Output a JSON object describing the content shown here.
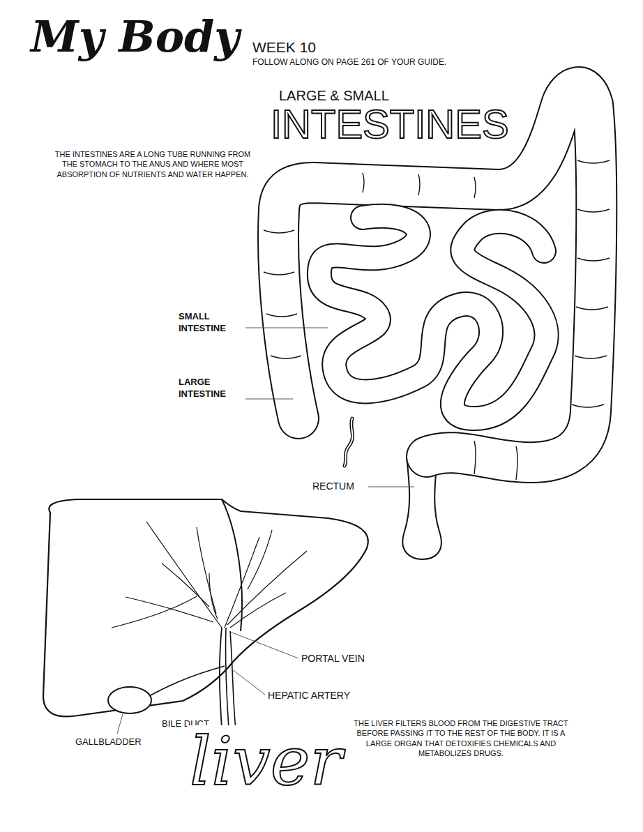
{
  "diagram": {
    "title": "My Body",
    "labels": [
      "WEEK 10",
      "FOLLOW ALONG ON PAGE 261 OF YOUR GUIDE.",
      "LARGE & SMALL",
      "INTESTINES",
      "THE INTESTINES ARE A LONG TUBE RUNNING FROM THE STOMACH TO THE ANUS AND WHERE MOST ABSORPTION OF NUTRIENTS AND WATER HAPPEN.",
      "SMALL INTESTINE",
      "LARGE INTESTINE",
      "RECTUM",
      "PORTAL VEIN",
      "HEPATIC ARTERY",
      "BILE DUCT",
      "GALLBLADDER",
      "liver",
      "THE LIVER FILTERS BLOOD FROM THE DIGESTIVE TRACT BEFORE PASSING IT TO THE REST OF THE BODY. IT IS A LARGE ORGAN THAT DETOXIFIES CHEMICALS AND METABOLIZES DRUGS."
    ]
  }
}
